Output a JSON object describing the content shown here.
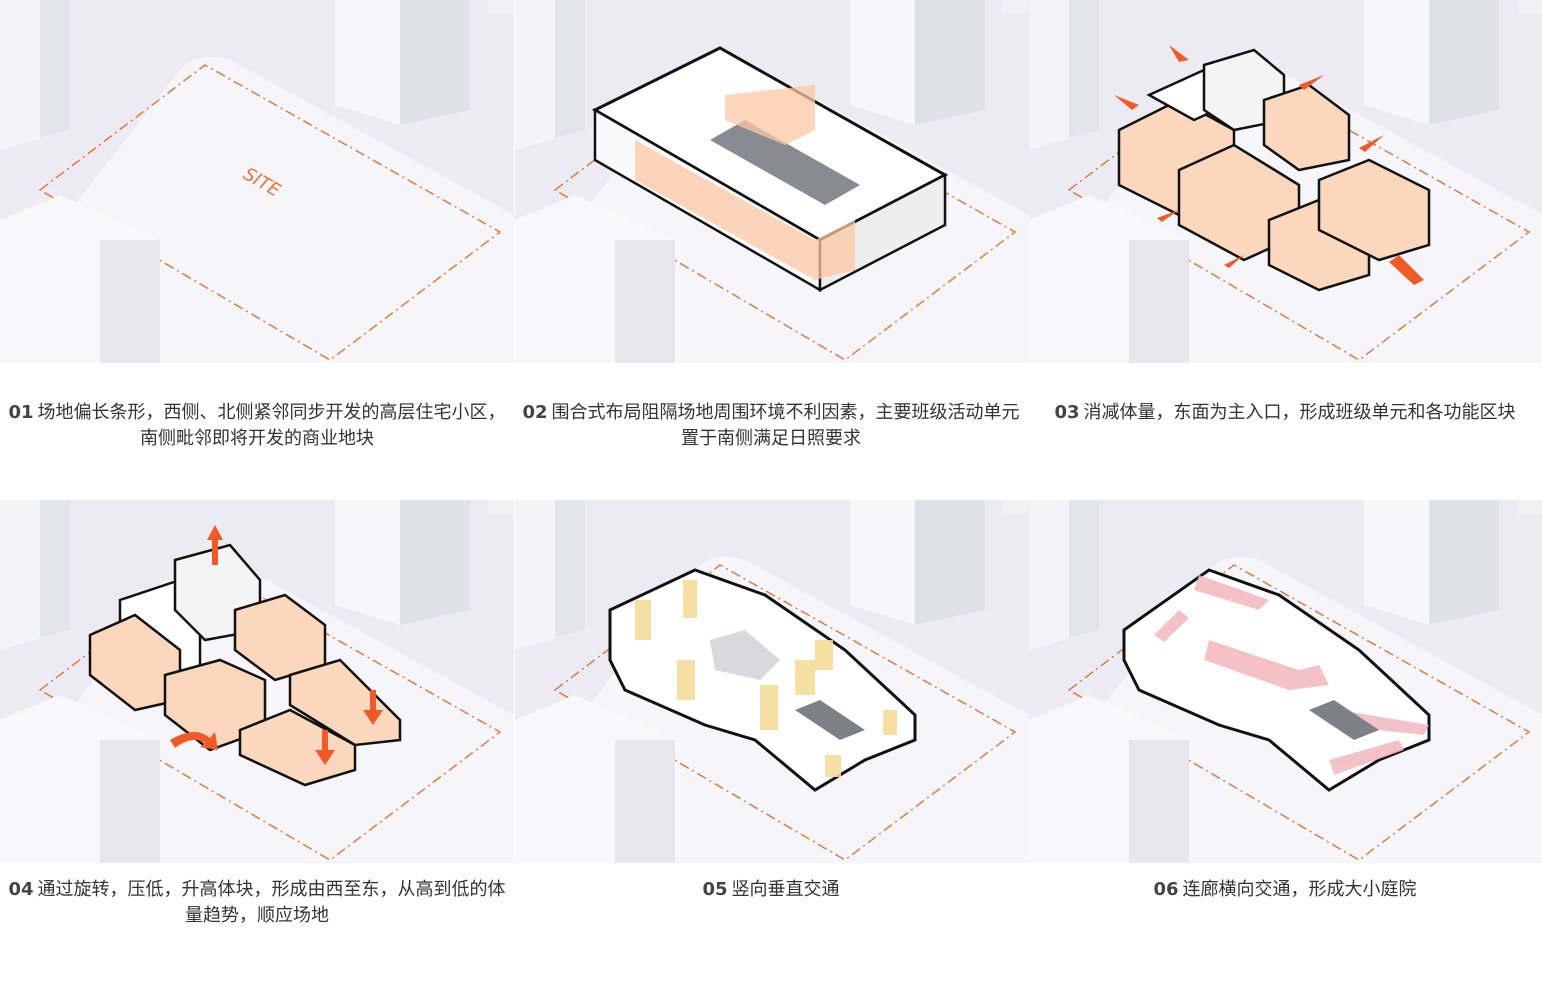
{
  "panels": [
    {
      "num": "01",
      "caption": "场地偏长条形，西侧、北侧紧邻同步开发的高层住宅小区，南侧毗邻即将开发的商业地块",
      "site_label": "SITE"
    },
    {
      "num": "02",
      "caption": "围合式布局阻隔场地周围环境不利因素，主要班级活动单元置于南侧满足日照要求"
    },
    {
      "num": "03",
      "caption": "消减体量，东面为主入口，形成班级单元和各功能区块"
    },
    {
      "num": "04",
      "caption": "通过旋转，压低，升高体块，形成由西至东，从高到低的体量趋势，顺应场地"
    },
    {
      "num": "05",
      "caption": "竖向垂直交通"
    },
    {
      "num": "06",
      "caption": "连廊横向交通，形成大小庭院"
    }
  ],
  "colors": {
    "site_line": "#e07a3a",
    "arrow": "#f05a28",
    "class_unit": "#fbc7a3",
    "stair": "#f5dc9a",
    "corridor": "#f3b7bd"
  }
}
